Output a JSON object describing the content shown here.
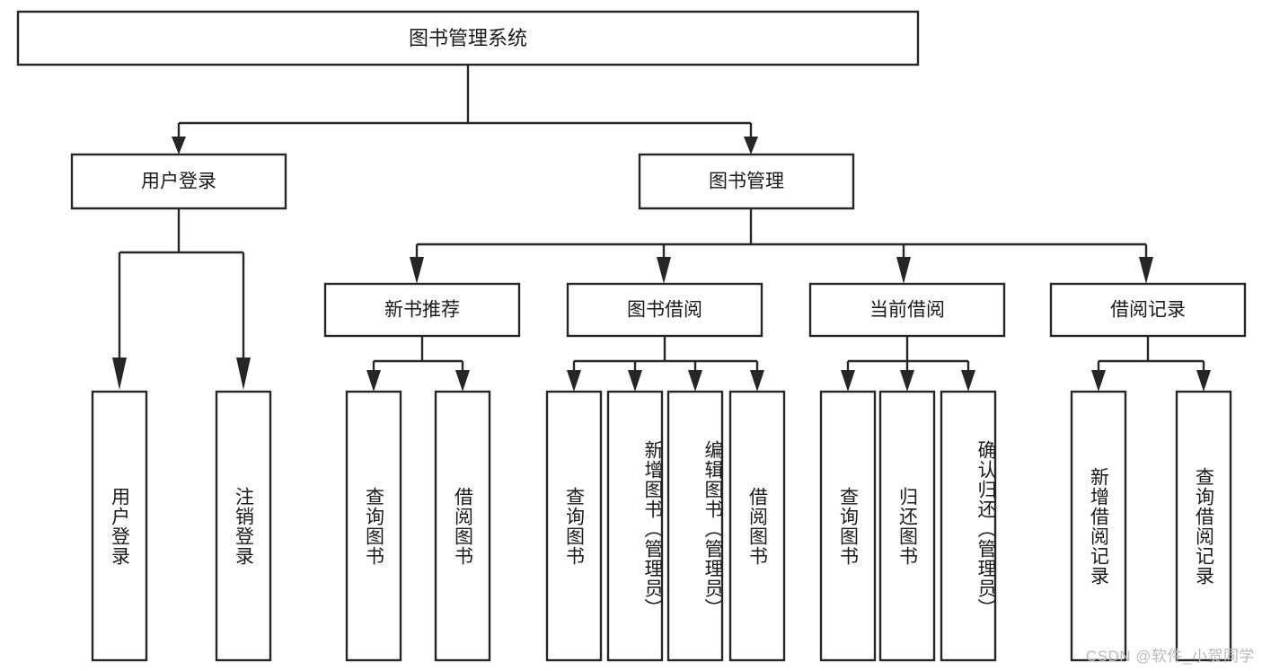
{
  "diagram": {
    "title": "图书管理系统",
    "watermark": "CSDN @软件_小贺同学",
    "colors": {
      "stroke": "#262626",
      "box_fill": "#ffffff",
      "text": "#1a1a1a",
      "background": "#ffffff",
      "watermark": "#b9b9b9"
    },
    "root": {
      "id": "root",
      "label": "图书管理系统"
    },
    "level2": [
      {
        "id": "user-login",
        "label": "用户登录"
      },
      {
        "id": "book-management",
        "label": "图书管理"
      }
    ],
    "level3": [
      {
        "id": "new-book-recommend",
        "label": "新书推荐",
        "parent": "book-management"
      },
      {
        "id": "book-borrow",
        "label": "图书借阅",
        "parent": "book-management"
      },
      {
        "id": "current-borrow",
        "label": "当前借阅",
        "parent": "book-management"
      },
      {
        "id": "borrow-record",
        "label": "借阅记录",
        "parent": "book-management"
      }
    ],
    "leaves": {
      "user-login": [
        {
          "id": "leaf-user-login",
          "label": "用户登录"
        },
        {
          "id": "leaf-logout-login",
          "label": "注销登录"
        }
      ],
      "new-book-recommend": [
        {
          "id": "leaf-query-book-1",
          "label": "查询图书"
        },
        {
          "id": "leaf-borrow-book-1",
          "label": "借阅图书"
        }
      ],
      "book-borrow": [
        {
          "id": "leaf-query-book-2",
          "label": "查询图书"
        },
        {
          "id": "leaf-add-book",
          "label": "新增图书（管理员）"
        },
        {
          "id": "leaf-edit-book",
          "label": "编辑图书（管理员）"
        },
        {
          "id": "leaf-borrow-book-2",
          "label": "借阅图书"
        }
      ],
      "current-borrow": [
        {
          "id": "leaf-query-book-3",
          "label": "查询图书"
        },
        {
          "id": "leaf-return-book",
          "label": "归还图书"
        },
        {
          "id": "leaf-confirm-return",
          "label": "确认归还（管理员）"
        }
      ],
      "borrow-record": [
        {
          "id": "leaf-add-record",
          "label": "新增借阅记录"
        },
        {
          "id": "leaf-query-record",
          "label": "查询借阅记录"
        }
      ]
    }
  }
}
